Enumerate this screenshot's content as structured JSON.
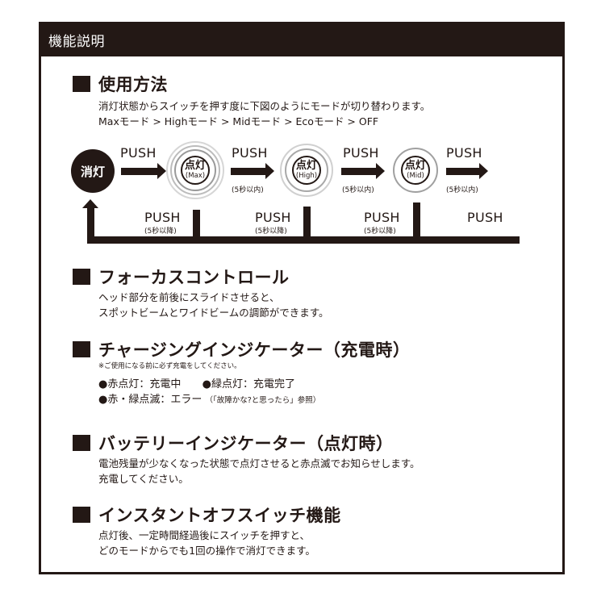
{
  "header": {
    "title": "機能説明"
  },
  "sections": {
    "usage": {
      "title": "使用方法",
      "lines": [
        "消灯状態からスイッチを押す度に下図のようにモードが切り替わります。",
        "Maxモード > Highモード > Midモード > Ecoモード > OFF"
      ]
    },
    "focus": {
      "title": "フォーカスコントロール",
      "lines": [
        "ヘッド部分を前後にスライドさせると、",
        "スポットビームとワイドビームの調節ができます。"
      ]
    },
    "charging": {
      "title": "チャージングインジケーター（充電時）",
      "note": "※ご使用になる前に必ず充電をしてください。",
      "bullet1a": "●赤点灯：充電中",
      "bullet1b": "●緑点灯：充電完了",
      "bullet2": "●赤・緑点滅：エラー",
      "bullet2_ref": "（「故障かな?と思ったら」参照）"
    },
    "battery": {
      "title": "バッテリーインジケーター（点灯時）",
      "lines": [
        "電池残量が少なくなった状態で点灯させると赤点滅でお知らせします。",
        "充電してください。"
      ]
    },
    "instant_off": {
      "title": "インスタントオフスイッチ機能",
      "lines": [
        "点灯後、一定時間経過後にスイッチを押すと、",
        "どのモードからでも1回の操作で消灯できます。"
      ]
    }
  },
  "diagram": {
    "off_label": "消灯",
    "modes": [
      {
        "lit": "点灯",
        "level": "(Max)"
      },
      {
        "lit": "点灯",
        "level": "(High)"
      },
      {
        "lit": "点灯",
        "level": "(Mid)"
      }
    ],
    "top_push": [
      "PUSH",
      "PUSH",
      "PUSH",
      "PUSH"
    ],
    "top_cond": [
      "",
      "(5秒以内)",
      "(5秒以内)",
      "(5秒以内)"
    ],
    "bottom_push": [
      "PUSH",
      "PUSH",
      "PUSH",
      "PUSH"
    ],
    "bottom_cond": [
      "(5秒以降)",
      "(5秒以降)",
      "(5秒以降)",
      ""
    ]
  }
}
